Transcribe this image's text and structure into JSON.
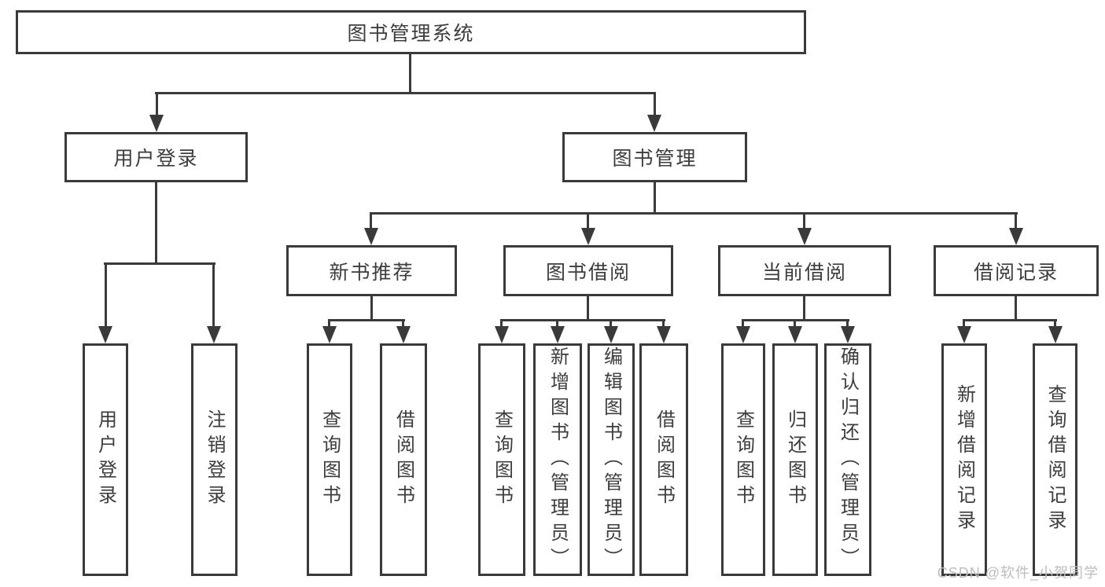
{
  "colors": {
    "line": "#3a3a3a",
    "text": "#3d3d3d",
    "background": "#ffffff",
    "watermark": "#bdbdbd"
  },
  "diagram": {
    "title": "图书管理系统",
    "level2": {
      "user_login": "用户登录",
      "book_management": "图书管理"
    },
    "level3": {
      "new_book_recommend": "新书推荐",
      "book_borrow": "图书借阅",
      "current_borrow": "当前借阅",
      "borrow_records": "借阅记录"
    },
    "leaves": {
      "user_login_children": [
        "用户登录",
        "注销登录"
      ],
      "new_book_recommend_children": [
        "查询图书",
        "借阅图书"
      ],
      "book_borrow_children": [
        "查询图书",
        "新增图书（管理员）",
        "编辑图书（管理员）",
        "借阅图书"
      ],
      "current_borrow_children": [
        "查询图书",
        "归还图书",
        "确认归还（管理员）"
      ],
      "borrow_records_children": [
        "新增借阅记录",
        "查询借阅记录"
      ]
    }
  },
  "watermark": "CSDN @软件_小贺同学"
}
